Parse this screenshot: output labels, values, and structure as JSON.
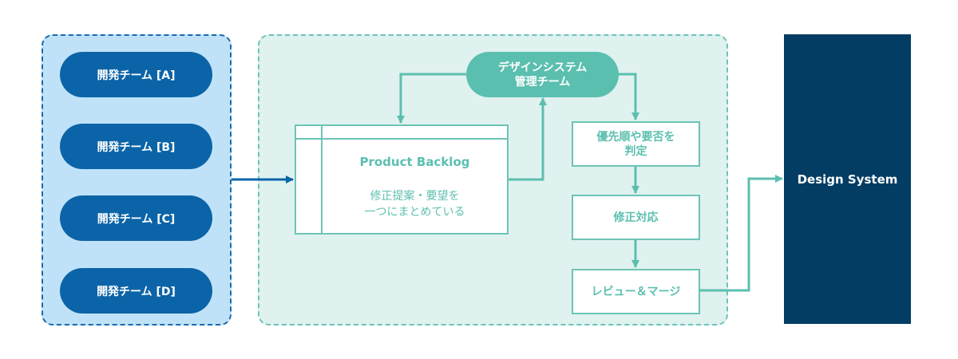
{
  "dev_teams": {
    "teams": [
      {
        "label": "開発チーム [A]"
      },
      {
        "label": "開発チーム [B]"
      },
      {
        "label": "開発チーム [C]"
      },
      {
        "label": "開発チーム [D]"
      }
    ]
  },
  "process": {
    "ds_team": {
      "label": "デザインシステム\n管理チーム"
    },
    "backlog": {
      "title": "Product Backlog",
      "description": "修正提案・要望を\n一つにまとめている"
    },
    "steps": [
      {
        "label": "優先順や要否を\n判定"
      },
      {
        "label": "修正対応"
      },
      {
        "label": "レビュー＆マージ"
      }
    ]
  },
  "design_system": {
    "label": "Design System"
  },
  "colors": {
    "dev_team_fill": "#0b64a8",
    "dev_container_fill": "#c0e2f8",
    "process_container_fill": "#dff2ef",
    "teal_accent": "#5bbfb0",
    "design_system_fill": "#033d64"
  }
}
